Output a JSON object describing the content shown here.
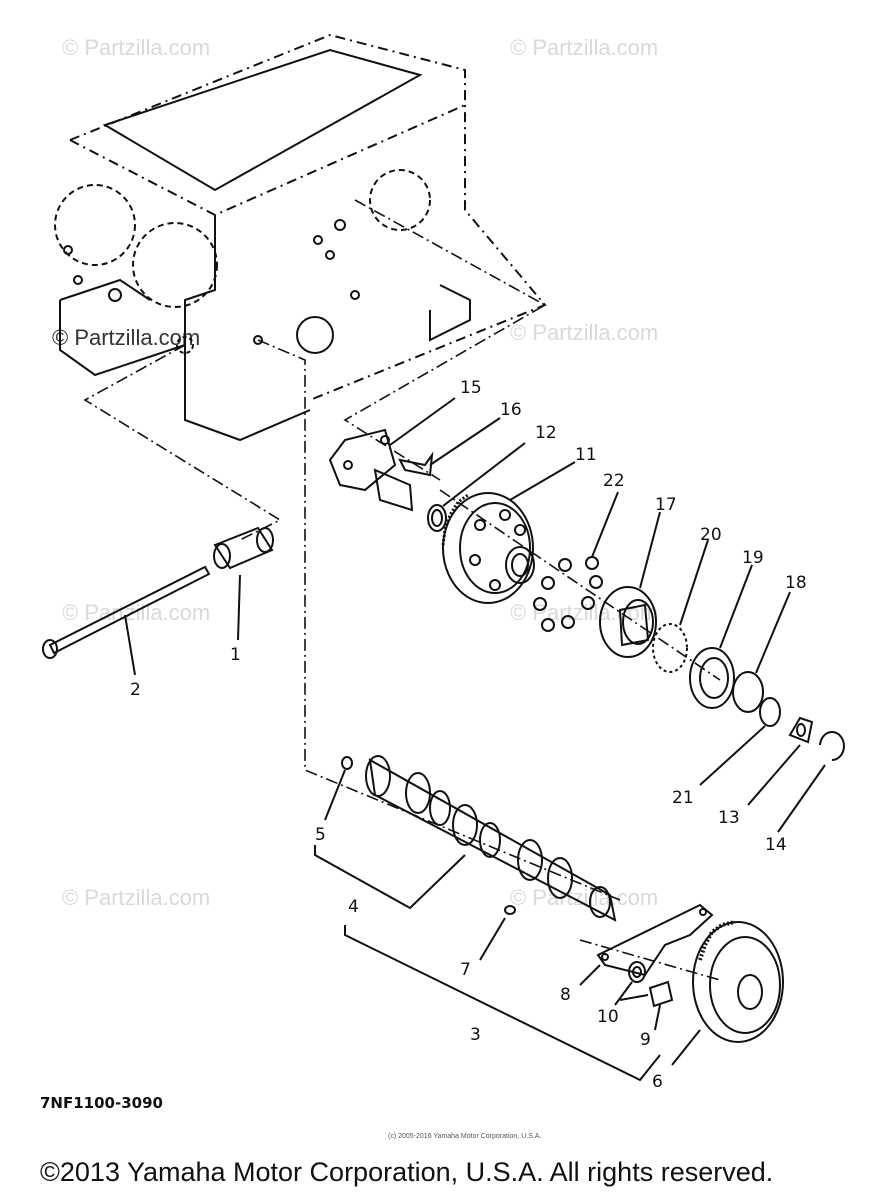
{
  "watermarks": [
    "© Partzilla.com",
    "© Partzilla.com",
    "© Partzilla.com",
    "© Partzilla.com",
    "© Partzilla.com",
    "© Partzilla.com",
    "© Partzilla.com",
    "© Partzilla.com"
  ],
  "callouts": {
    "c1": "1",
    "c2": "2",
    "c3": "3",
    "c4": "4",
    "c5": "5",
    "c6": "6",
    "c7": "7",
    "c8": "8",
    "c9": "9",
    "c10": "10",
    "c11": "11",
    "c12": "12",
    "c13": "13",
    "c14": "14",
    "c15": "15",
    "c16": "16",
    "c17": "17",
    "c18": "18",
    "c19": "19",
    "c20": "20",
    "c21": "21",
    "c22": "22"
  },
  "diagram_code": "7NF1100-3090",
  "tiny_copyright": "(c) 2005-2016 Yamaha Motor Corporation, U.S.A.",
  "copyright": "©2013 Yamaha Motor Corporation, U.S.A. All rights reserved."
}
